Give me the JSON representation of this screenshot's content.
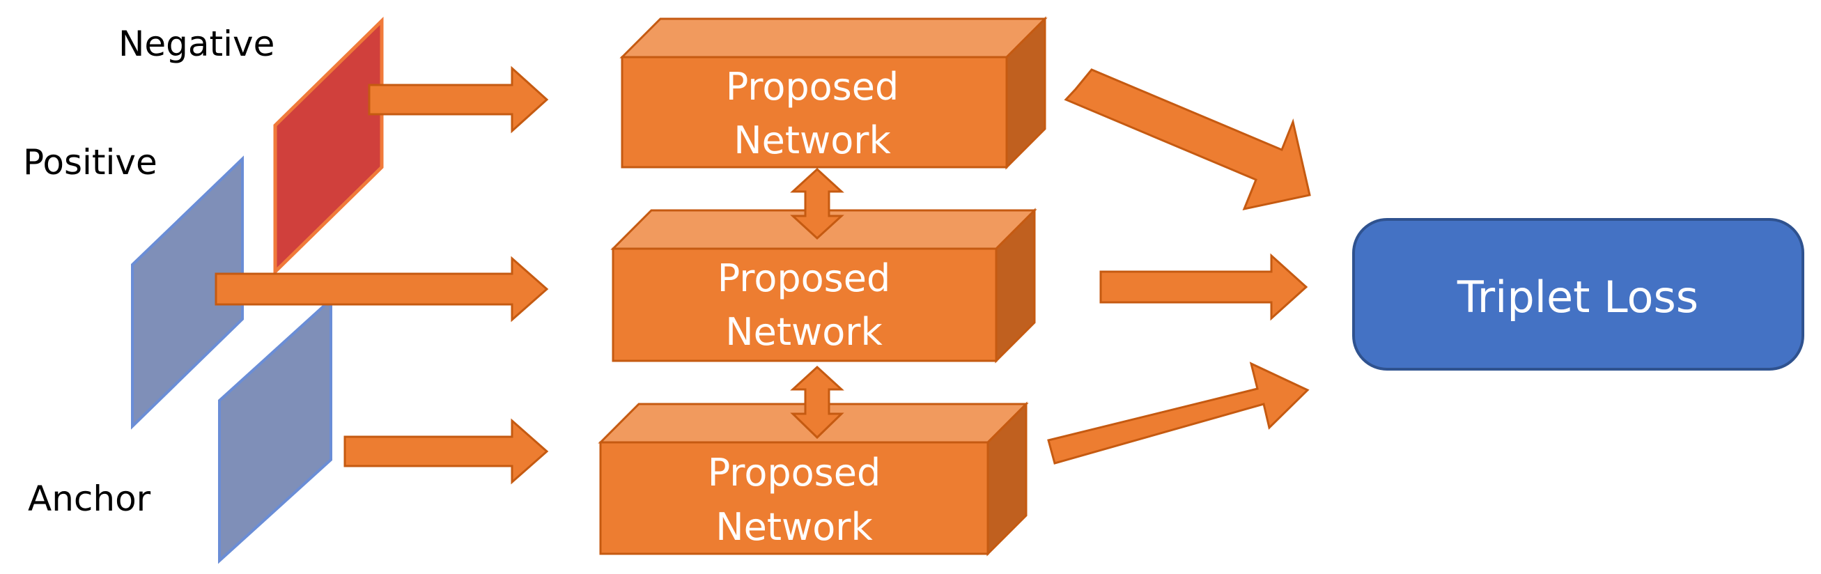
{
  "inputs": {
    "negative": "Negative",
    "positive": "Positive",
    "anchor": "Anchor"
  },
  "networks": [
    {
      "line1": "Proposed",
      "line2": "Network"
    },
    {
      "line1": "Proposed",
      "line2": "Network"
    },
    {
      "line1": "Proposed",
      "line2": "Network"
    }
  ],
  "loss": {
    "label": "Triplet Loss"
  },
  "colors": {
    "orange": "#ED7D31",
    "orange_top": "#F19A5E",
    "orange_side": "#C0601F",
    "orange_border": "#C55A11",
    "blue_box": "#4472C4",
    "blue_border": "#2F528F",
    "plane_blue": "#7F8FB8",
    "plane_blue_border": "#6A8DD6",
    "plane_red": "#D0403C",
    "plane_red_border": "#F07A3A"
  }
}
